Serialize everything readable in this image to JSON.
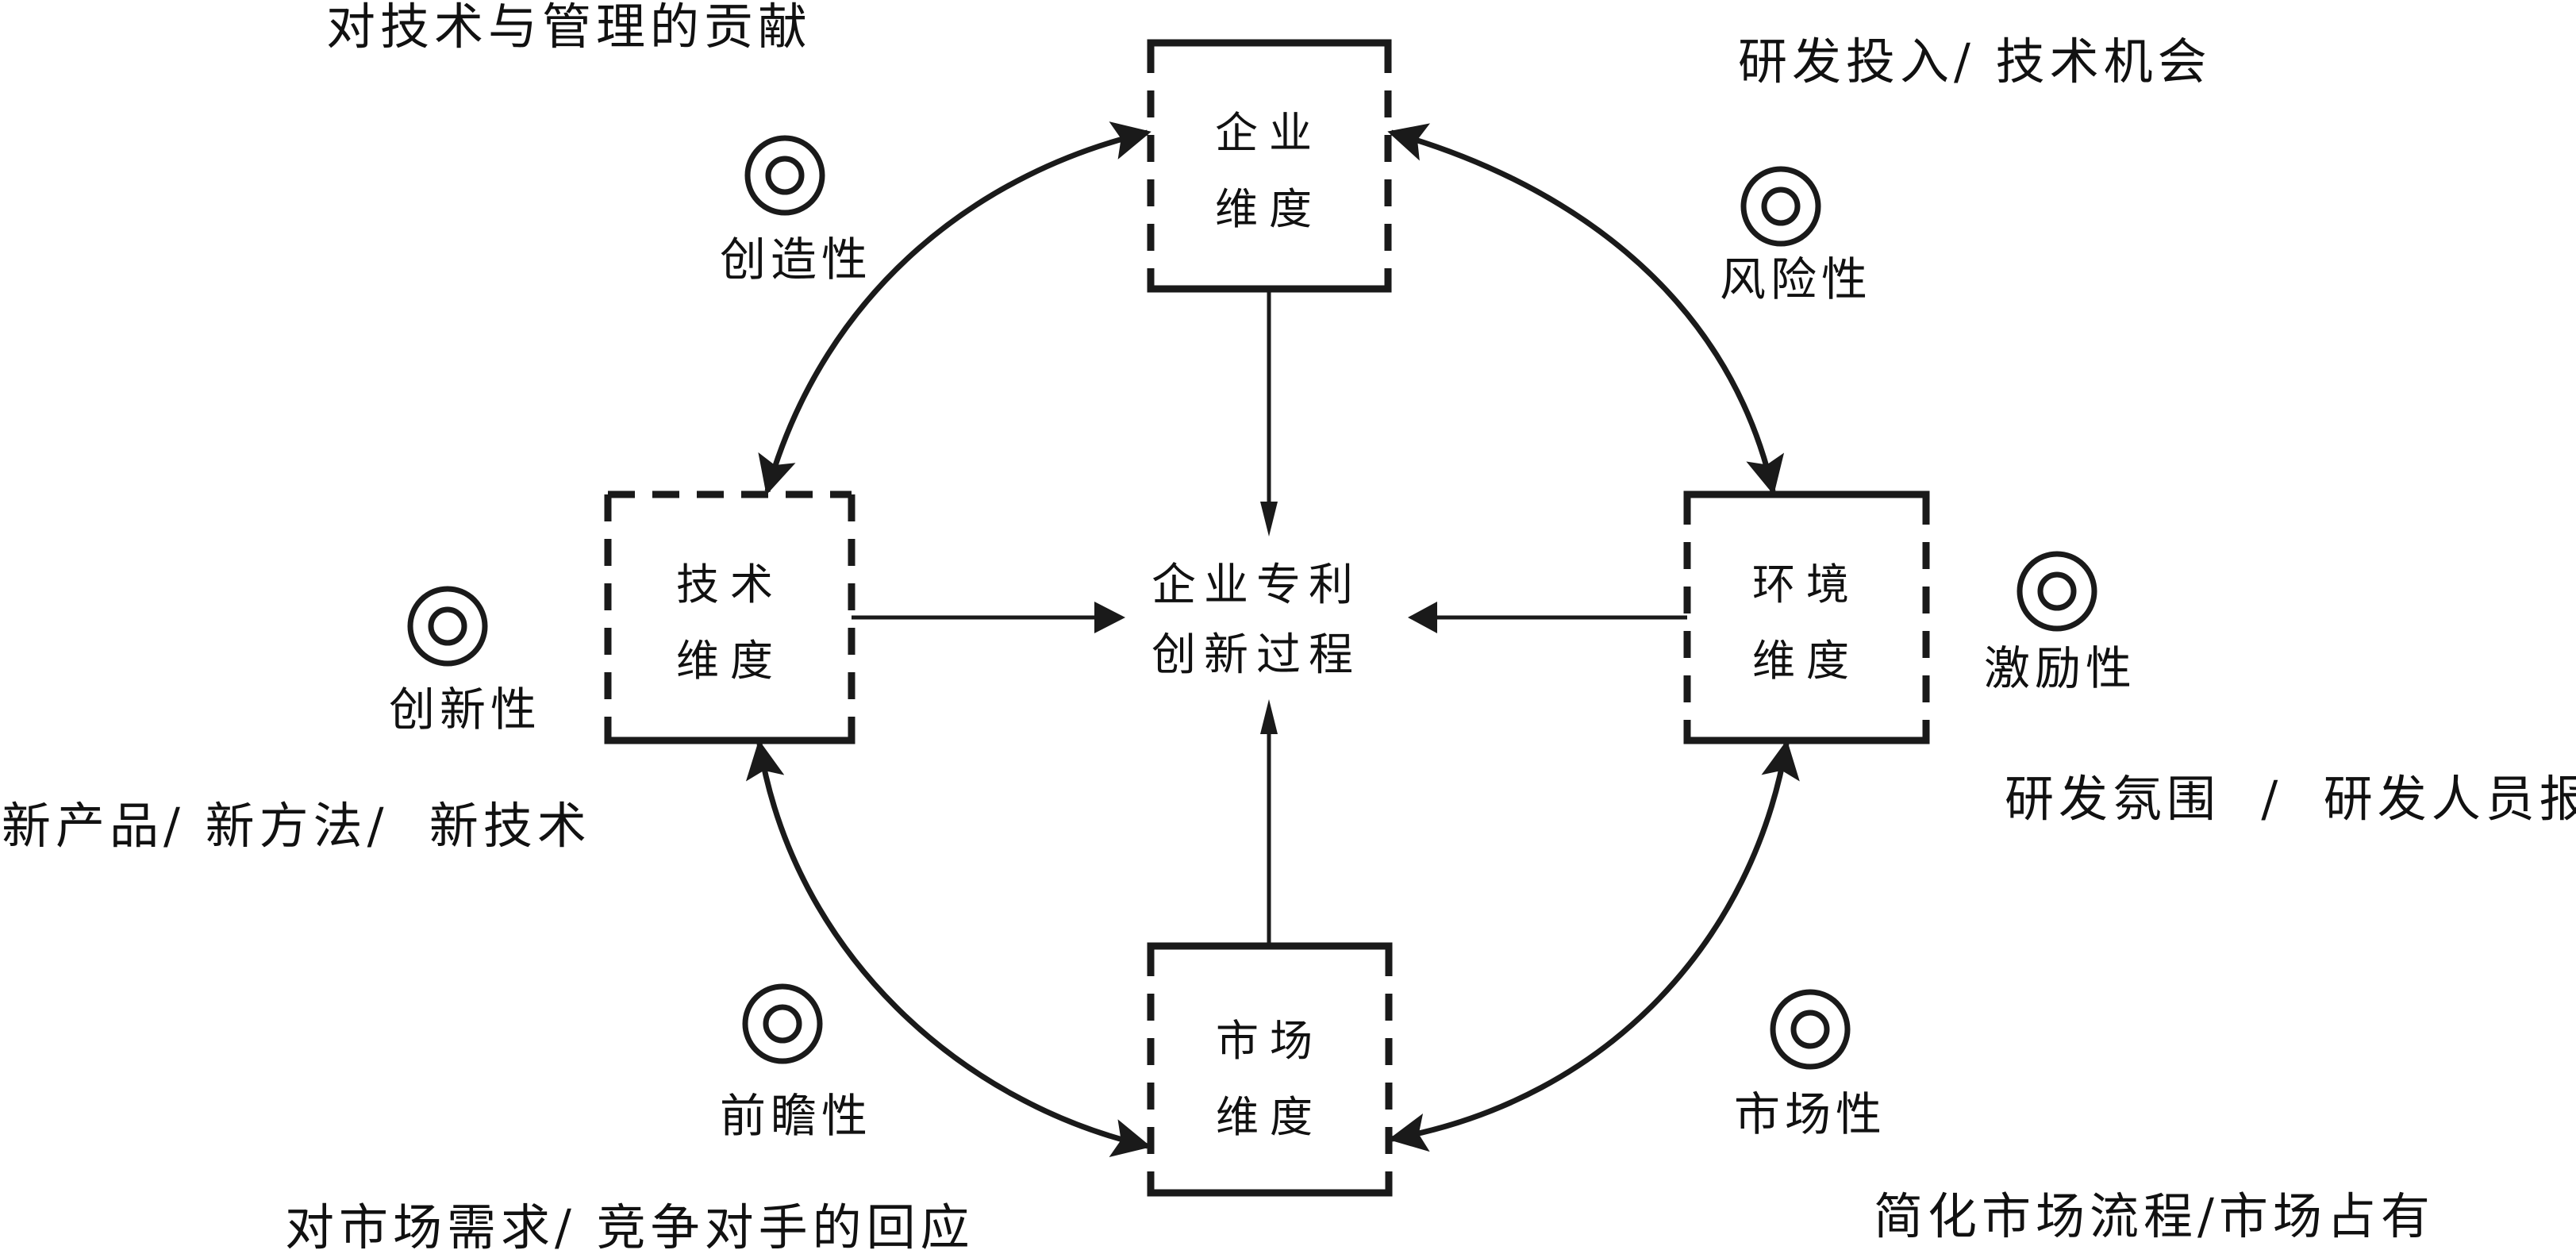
{
  "center": {
    "line1": "企业专利",
    "line2": "创新过程"
  },
  "dimensions": {
    "enterprise": {
      "line1": "企业",
      "line2": "维度"
    },
    "technology": {
      "line1": "技术",
      "line2": "维度"
    },
    "environment": {
      "line1": "环境",
      "line2": "维度"
    },
    "market": {
      "line1": "市场",
      "line2": "维度"
    }
  },
  "traits": {
    "creativity": {
      "label": "创造性",
      "description": "对技术与管理的贡献",
      "icon": "target-icon"
    },
    "risk": {
      "label": "风险性",
      "description": "研发投入/ 技术机会",
      "icon": "target-icon"
    },
    "innovation": {
      "label": "创新性",
      "description": "新产品/ 新方法/  新技术",
      "icon": "target-icon"
    },
    "incentive": {
      "label": "激励性",
      "description": "研发氛围  /  研发人员报酬",
      "icon": "target-icon"
    },
    "foresight": {
      "label": "前瞻性",
      "description": "对市场需求/ 竞争对手的回应",
      "icon": "target-icon"
    },
    "marketability": {
      "label": "市场性",
      "description": "简化市场流程/市场占有",
      "icon": "target-icon"
    }
  },
  "relations": [
    {
      "from": "enterprise",
      "to": "technology",
      "type": "bidirectional",
      "trait": "creativity"
    },
    {
      "from": "enterprise",
      "to": "environment",
      "type": "bidirectional",
      "trait": "risk"
    },
    {
      "from": "technology",
      "to": "market",
      "type": "bidirectional",
      "trait": "foresight"
    },
    {
      "from": "environment",
      "to": "market",
      "type": "bidirectional",
      "trait": "marketability"
    },
    {
      "from": "enterprise",
      "to": "center",
      "type": "directed"
    },
    {
      "from": "technology",
      "to": "center",
      "type": "directed"
    },
    {
      "from": "environment",
      "to": "center",
      "type": "directed"
    },
    {
      "from": "market",
      "to": "center",
      "type": "directed"
    }
  ],
  "colors": {
    "ink": "#1a1a1a",
    "background": "#ffffff"
  }
}
